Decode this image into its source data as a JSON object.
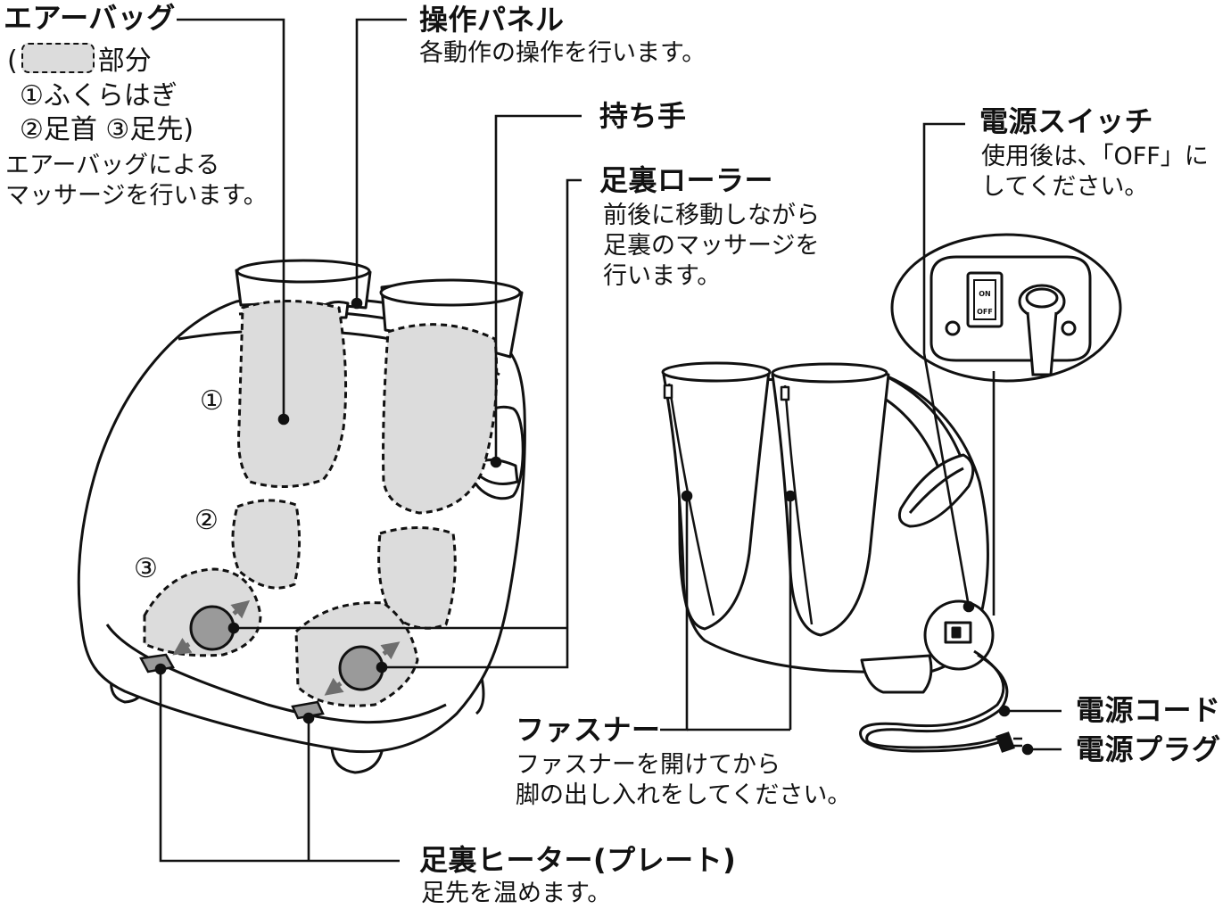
{
  "labels": {
    "airbag": {
      "title": "エアーバッグ",
      "paren_open": "(",
      "paren_suffix": "部分",
      "item1": "①ふくらはぎ",
      "item2": "②足首 ③足先)",
      "desc1": "エアーバッグによる",
      "desc2": "マッサージを行います。"
    },
    "panel": {
      "title": "操作パネル",
      "desc": "各動作の操作を行います。"
    },
    "handle": {
      "title": "持ち手"
    },
    "roller": {
      "title": "足裏ローラー",
      "desc1": "前後に移動しながら",
      "desc2": "足裏のマッサージを",
      "desc3": "行います。"
    },
    "power_switch": {
      "title": "電源スイッチ",
      "desc1": "使用後は､「OFF」に",
      "desc2": "してください。"
    },
    "switch_on": "ON",
    "switch_off": "OFF",
    "zipper": {
      "title": "ファスナー",
      "desc1": "ファスナーを開けてから",
      "desc2": "脚の出し入れをしてください。"
    },
    "cord": "電源コード",
    "plug": "電源プラグ",
    "heater": {
      "title": "足裏ヒーター(プレート)",
      "desc": "足先を温めます。"
    },
    "markers": {
      "m1": "①",
      "m2": "②",
      "m3": "③"
    }
  },
  "colors": {
    "line": "#111111",
    "airbag_fill": "#dcdcdc",
    "roller_fill": "#9a9a9a",
    "arrow": "#6e6e6e"
  }
}
